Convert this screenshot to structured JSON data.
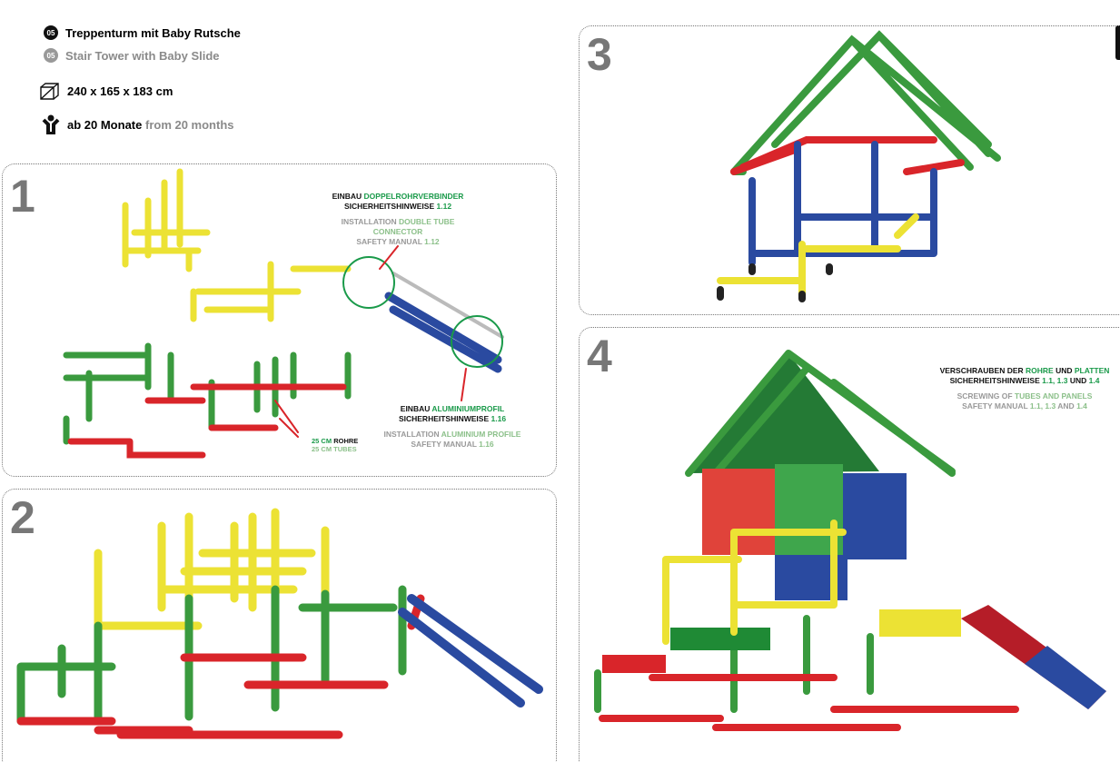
{
  "header": {
    "badge_number": "05",
    "title_de": "Treppenturm mit Baby Rutsche",
    "title_en": "Stair Tower with Baby Slide",
    "dimensions": "240 x 165 x 183 cm",
    "age_de": "ab 20 Monate",
    "age_en": "from 20 months"
  },
  "steps": [
    {
      "number": "1",
      "note_connector": {
        "de_a": "EINBAU ",
        "de_b": "DOPPELROHRVERBINDER",
        "de_c": "SICHERHEITSHINWEISE ",
        "de_d": "1.12",
        "en_a": "INSTALLATION ",
        "en_b": "DOUBLE TUBE CONNECTOR",
        "en_c": "SAFETY MANUAL ",
        "en_d": "1.12"
      },
      "note_profile": {
        "de_a": "EINBAU ",
        "de_b": "ALUMINIUMPROFIL",
        "de_c": "SICHERHEITSHINWEISE ",
        "de_d": "1.16",
        "en_a": "INSTALLATION ",
        "en_b": "ALUMINIUM PROFILE",
        "en_c": "SAFETY MANUAL ",
        "en_d": "1.16"
      },
      "note_tubes": {
        "de_a": "25 CM ",
        "de_b": "ROHRE",
        "en": "25 CM TUBES"
      }
    },
    {
      "number": "2"
    },
    {
      "number": "3"
    },
    {
      "number": "4",
      "note_screw": {
        "de_a": "VERSCHRAUBEN DER ",
        "de_b": "ROHRE",
        "de_c": " UND ",
        "de_d": "PLATTEN",
        "de_e": "SICHERHEITSHINWEISE ",
        "de_f": "1.1, 1.3",
        "de_g": " UND ",
        "de_h": "1.4",
        "en_a": "SCREWING OF ",
        "en_b": "TUBES AND PANELS",
        "en_c": "SAFETY MANUAL ",
        "en_d": "1.1, 1.3",
        "en_e": " AND ",
        "en_f": "1.4"
      }
    }
  ],
  "colors": {
    "red": "#d9252a",
    "green": "#3a9a3e",
    "yellow": "#ece234",
    "blue": "#2a4aa0",
    "black": "#222222"
  }
}
